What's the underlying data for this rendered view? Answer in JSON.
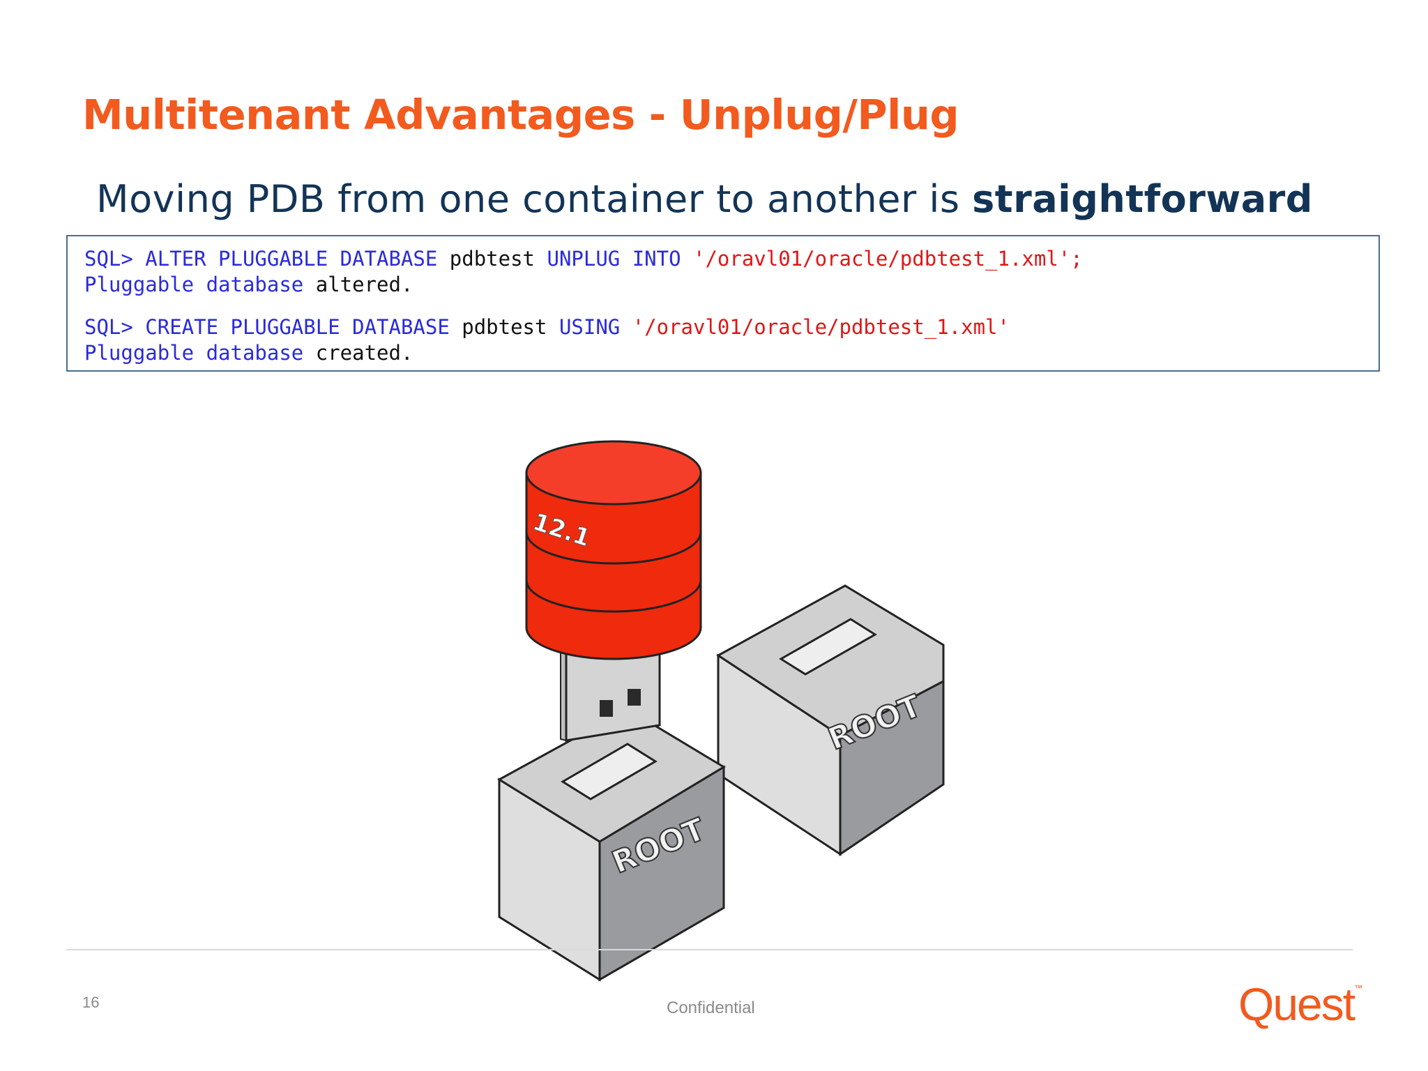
{
  "slide": {
    "title": "Multitenant Advantages - Unplug/Plug",
    "subtitle_prefix": "Moving PDB from one container to another is ",
    "subtitle_bold": "straightforward"
  },
  "code": {
    "line1": {
      "kw1": "SQL> ALTER PLUGGABLE DATABASE ",
      "plain1": "pdbtest ",
      "kw2": "UNPLUG INTO ",
      "str1": "'/oravl01/oracle/pdbtest_1.xml';"
    },
    "line2": {
      "kw1": "Pluggable database ",
      "plain1": "altered."
    },
    "line3": {
      "kw1": "SQL> CREATE PLUGGABLE DATABASE ",
      "plain1": "pdbtest ",
      "kw2": "USING ",
      "str1": "'/oravl01/oracle/pdbtest_1.xml'"
    },
    "line4": {
      "kw1": "Pluggable database ",
      "plain1": "created."
    }
  },
  "illustration": {
    "db_version": "12.1",
    "container_label": "ROOT"
  },
  "footer": {
    "page_number": "16",
    "confidential": "Confidential",
    "logo_text": "Quest",
    "logo_tm": "™"
  },
  "colors": {
    "title": "#f25a1e",
    "subtitle": "#133456",
    "keyword": "#2a2adc",
    "string": "#e01515",
    "database_red": "#f02a0c"
  }
}
